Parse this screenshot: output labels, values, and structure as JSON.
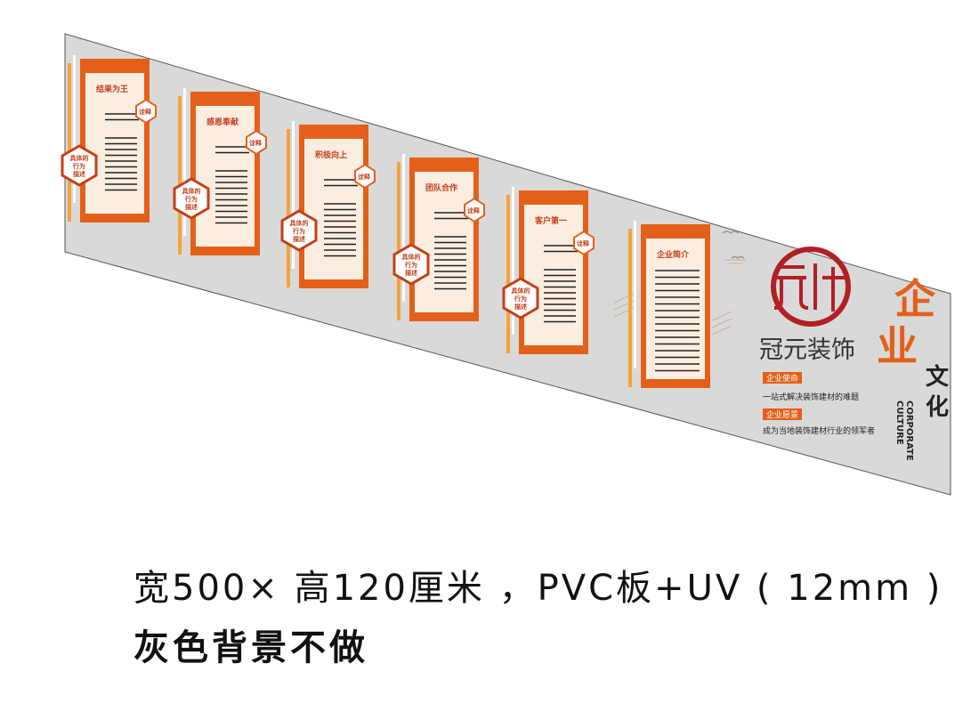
{
  "panels": [
    {
      "title": "结果为王",
      "note": "诠释",
      "behavior": [
        "具体的",
        "行为",
        "描述"
      ]
    },
    {
      "title": "感恩奉献",
      "note": "诠释",
      "behavior": [
        "具体的",
        "行为",
        "描述"
      ]
    },
    {
      "title": "积极向上",
      "note": "诠释",
      "behavior": [
        "具体的",
        "行为",
        "描述"
      ]
    },
    {
      "title": "团队合作",
      "note": "诠释",
      "behavior": [
        "具体的",
        "行为",
        "描述"
      ]
    },
    {
      "title": "客户第一",
      "note": "诠释",
      "behavior": [
        "具体的",
        "行为",
        "描述"
      ]
    },
    {
      "title": "企业简介"
    }
  ],
  "brand": {
    "name": "冠元装饰",
    "mission_label": "企业使命",
    "mission_text": "一站式解决装饰建材的难题",
    "vision_label": "企业愿景",
    "vision_text": "成为当地装饰建材行业的领军者"
  },
  "headline": {
    "big1": "企",
    "big2": "业",
    "small1": "文",
    "small2": "化",
    "en1": "CULTURE",
    "en2": "CORPORATE"
  },
  "caption": {
    "line1": "宽500× 高120厘米 ，PVC板+UV ( 12mm )",
    "line2": "灰色背景不做"
  },
  "colors": {
    "orange": "#e4601a",
    "dark_red": "#b21f24",
    "gray_bg": "#d9d9d9"
  }
}
